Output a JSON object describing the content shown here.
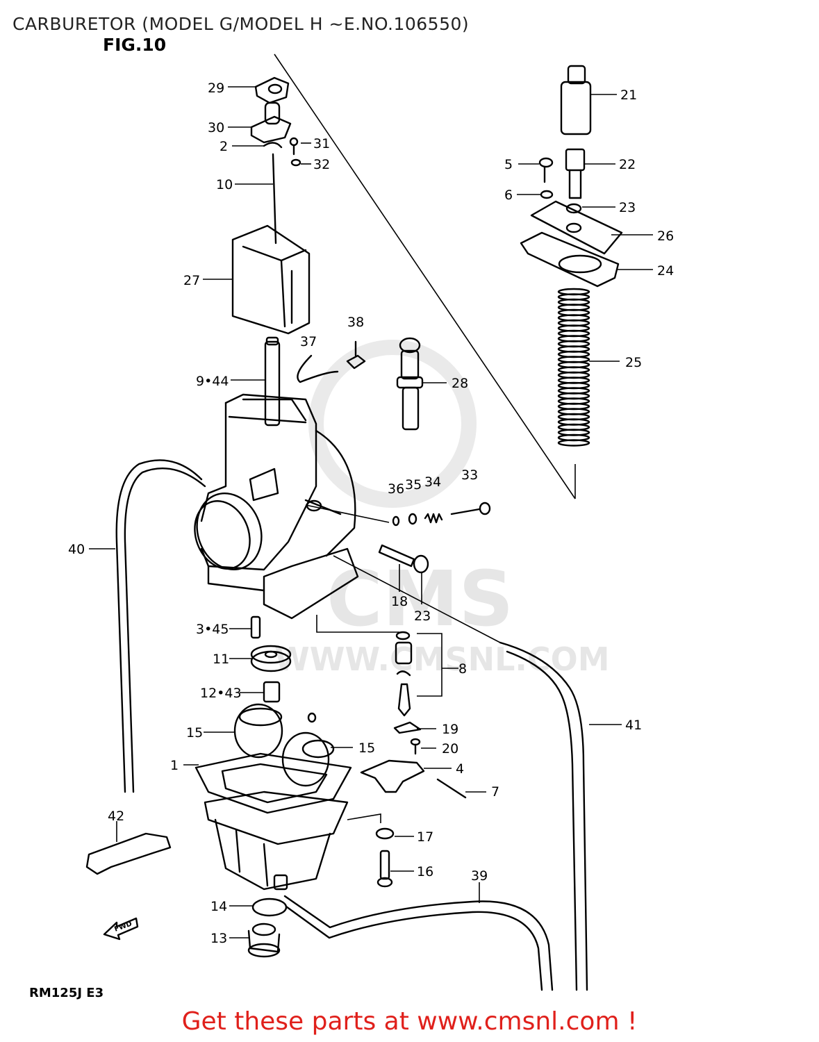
{
  "header": {
    "title": "CARBURETOR (MODEL G/MODEL H ~E.NO.106550)",
    "figure": "FIG.10"
  },
  "footer": {
    "model_code": "RM125J E3",
    "promo": "Get these parts at www.cmsnl.com !"
  },
  "watermark": {
    "brand": "CMS",
    "url": "WWW.CMSNL.COM"
  },
  "fwd_arrow": "FWD",
  "callouts": [
    {
      "id": "29",
      "text": "29"
    },
    {
      "id": "30",
      "text": "30"
    },
    {
      "id": "2",
      "text": "2"
    },
    {
      "id": "31",
      "text": "31"
    },
    {
      "id": "32",
      "text": "32"
    },
    {
      "id": "10",
      "text": "10"
    },
    {
      "id": "27",
      "text": "27"
    },
    {
      "id": "38",
      "text": "38"
    },
    {
      "id": "37",
      "text": "37"
    },
    {
      "id": "9-44",
      "text": "9•44"
    },
    {
      "id": "28",
      "text": "28"
    },
    {
      "id": "21",
      "text": "21"
    },
    {
      "id": "5",
      "text": "5"
    },
    {
      "id": "22",
      "text": "22"
    },
    {
      "id": "6",
      "text": "6"
    },
    {
      "id": "23a",
      "text": "23"
    },
    {
      "id": "26",
      "text": "26"
    },
    {
      "id": "24",
      "text": "24"
    },
    {
      "id": "25",
      "text": "25"
    },
    {
      "id": "36",
      "text": "36"
    },
    {
      "id": "35",
      "text": "35"
    },
    {
      "id": "34",
      "text": "34"
    },
    {
      "id": "33",
      "text": "33"
    },
    {
      "id": "40",
      "text": "40"
    },
    {
      "id": "18",
      "text": "18"
    },
    {
      "id": "23b",
      "text": "23"
    },
    {
      "id": "3-45",
      "text": "3•45"
    },
    {
      "id": "11",
      "text": "11"
    },
    {
      "id": "8",
      "text": "8"
    },
    {
      "id": "12-43",
      "text": "12•43"
    },
    {
      "id": "41",
      "text": "41"
    },
    {
      "id": "15a",
      "text": "15"
    },
    {
      "id": "19",
      "text": "19"
    },
    {
      "id": "15b",
      "text": "15"
    },
    {
      "id": "20",
      "text": "20"
    },
    {
      "id": "1",
      "text": "1"
    },
    {
      "id": "4",
      "text": "4"
    },
    {
      "id": "7",
      "text": "7"
    },
    {
      "id": "42",
      "text": "42"
    },
    {
      "id": "17",
      "text": "17"
    },
    {
      "id": "16",
      "text": "16"
    },
    {
      "id": "39",
      "text": "39"
    },
    {
      "id": "14",
      "text": "14"
    },
    {
      "id": "13",
      "text": "13"
    }
  ]
}
